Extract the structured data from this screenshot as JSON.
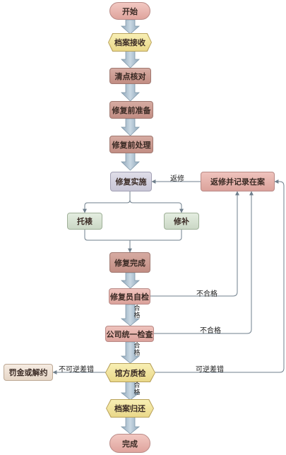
{
  "nodes": {
    "start": "开始",
    "archive_receive": "档案接收",
    "inventory_check": "清点核对",
    "prep": "修复前准备",
    "preprocess": "修复前处理",
    "implement": "修复实施",
    "return_record": "返修并记录在案",
    "backing": "托裱",
    "patching": "修补",
    "done": "修复完成",
    "self_check": "修复员自检",
    "company_check": "公司统一检查",
    "museum_qc": "馆方质检",
    "penalty": "罚金或解约",
    "archive_return": "档案归还",
    "finish": "完成"
  },
  "edge_labels": {
    "rework": "返修",
    "fail_self": "不合格",
    "fail_company": "不合格",
    "recoverable": "可逆差错",
    "irreversible": "不可逆差错",
    "pass_1": "合格",
    "pass_2": "合格",
    "pass_3": "合格"
  },
  "colors": {
    "arrow_fill": "#b3c7d6",
    "arrow_edge": "#7f96a8",
    "line": "#6f7f8c"
  }
}
